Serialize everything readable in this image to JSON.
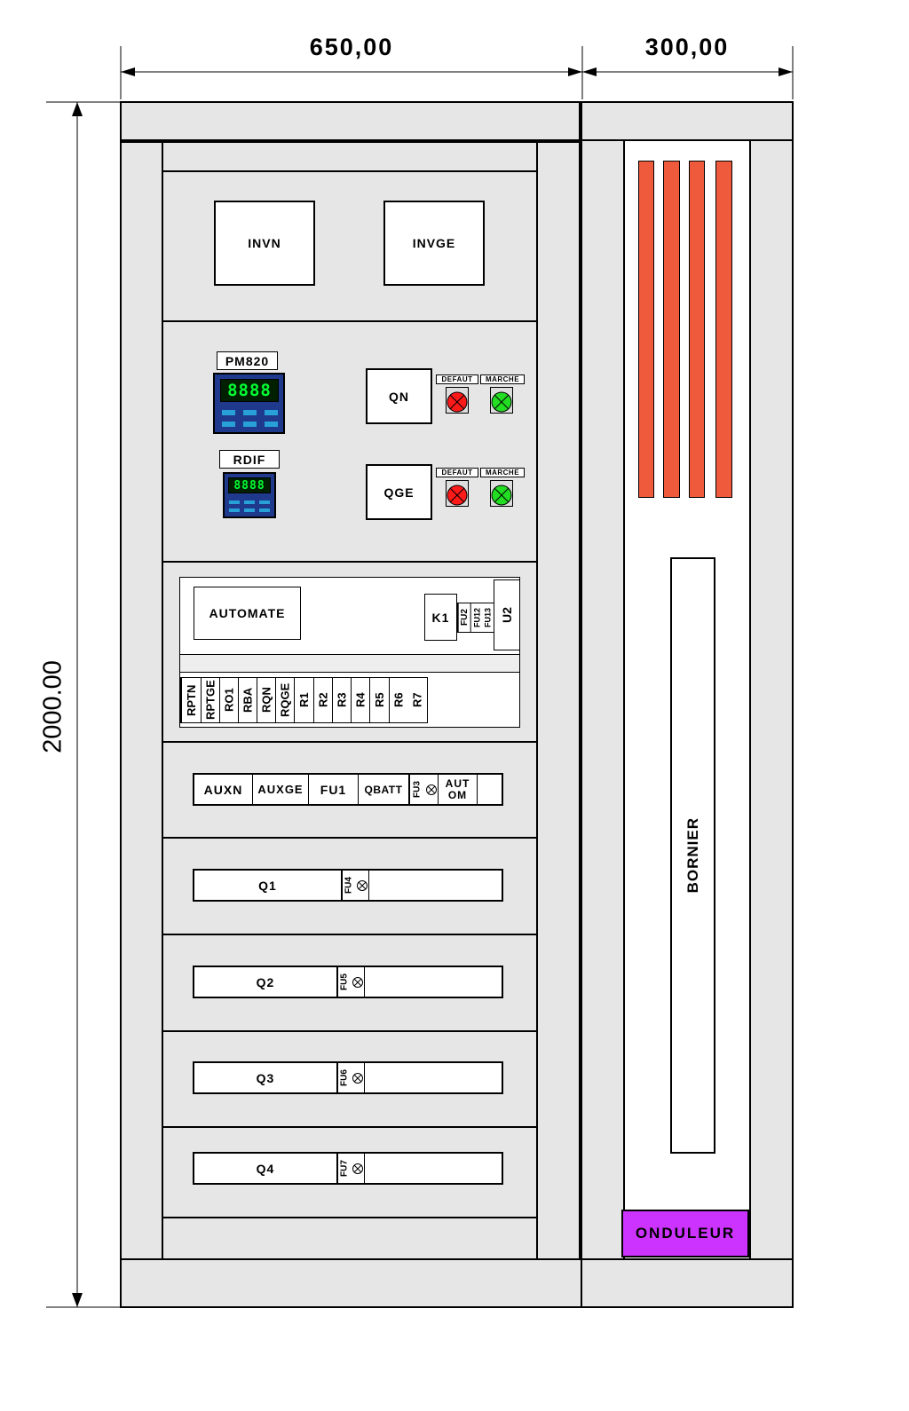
{
  "dimensions": {
    "width_left": "650,00",
    "width_right": "300,00",
    "height": "2000.00"
  },
  "top_panel": {
    "invn": "INVN",
    "invge": "INVGE"
  },
  "meters": {
    "pm820_label": "PM820",
    "pm820_display": "8888",
    "rdif_label": "RDIF",
    "rdif_display": "8888"
  },
  "breakers": {
    "qn": "QN",
    "qge": "QGE"
  },
  "lamps": {
    "defaut": "DEFAUT",
    "marche": "MARCHE",
    "defaut_color": "#ff1a1a",
    "marche_color": "#22dd22"
  },
  "automate_section": {
    "automate": "AUTOMATE",
    "k1": "K1",
    "fuses": [
      "FU2",
      "FU12",
      "FU13"
    ],
    "u2": "U2",
    "relays": [
      "RPTN",
      "RPTGE",
      "RO1",
      "RBA",
      "RQN",
      "RQGE",
      "R1",
      "R2",
      "R3",
      "R4",
      "R5",
      "R6",
      "R7"
    ]
  },
  "aux_rail": {
    "auxn": "AUXN",
    "auxge": "AUXGE",
    "fu1": "FU1",
    "qbatt": "QBATT",
    "fu3": "FU3",
    "autom": "AUT OM"
  },
  "feeders": [
    {
      "breaker": "Q1",
      "fuse": "FU4"
    },
    {
      "breaker": "Q2",
      "fuse": "FU5"
    },
    {
      "breaker": "Q3",
      "fuse": "FU6"
    },
    {
      "breaker": "Q4",
      "fuse": "FU7"
    }
  ],
  "right_cabinet": {
    "bornier": "BORNIER",
    "onduleur": "ONDULEUR",
    "onduleur_color": "#cc33ff",
    "busbar_color": "#f05a3c"
  }
}
